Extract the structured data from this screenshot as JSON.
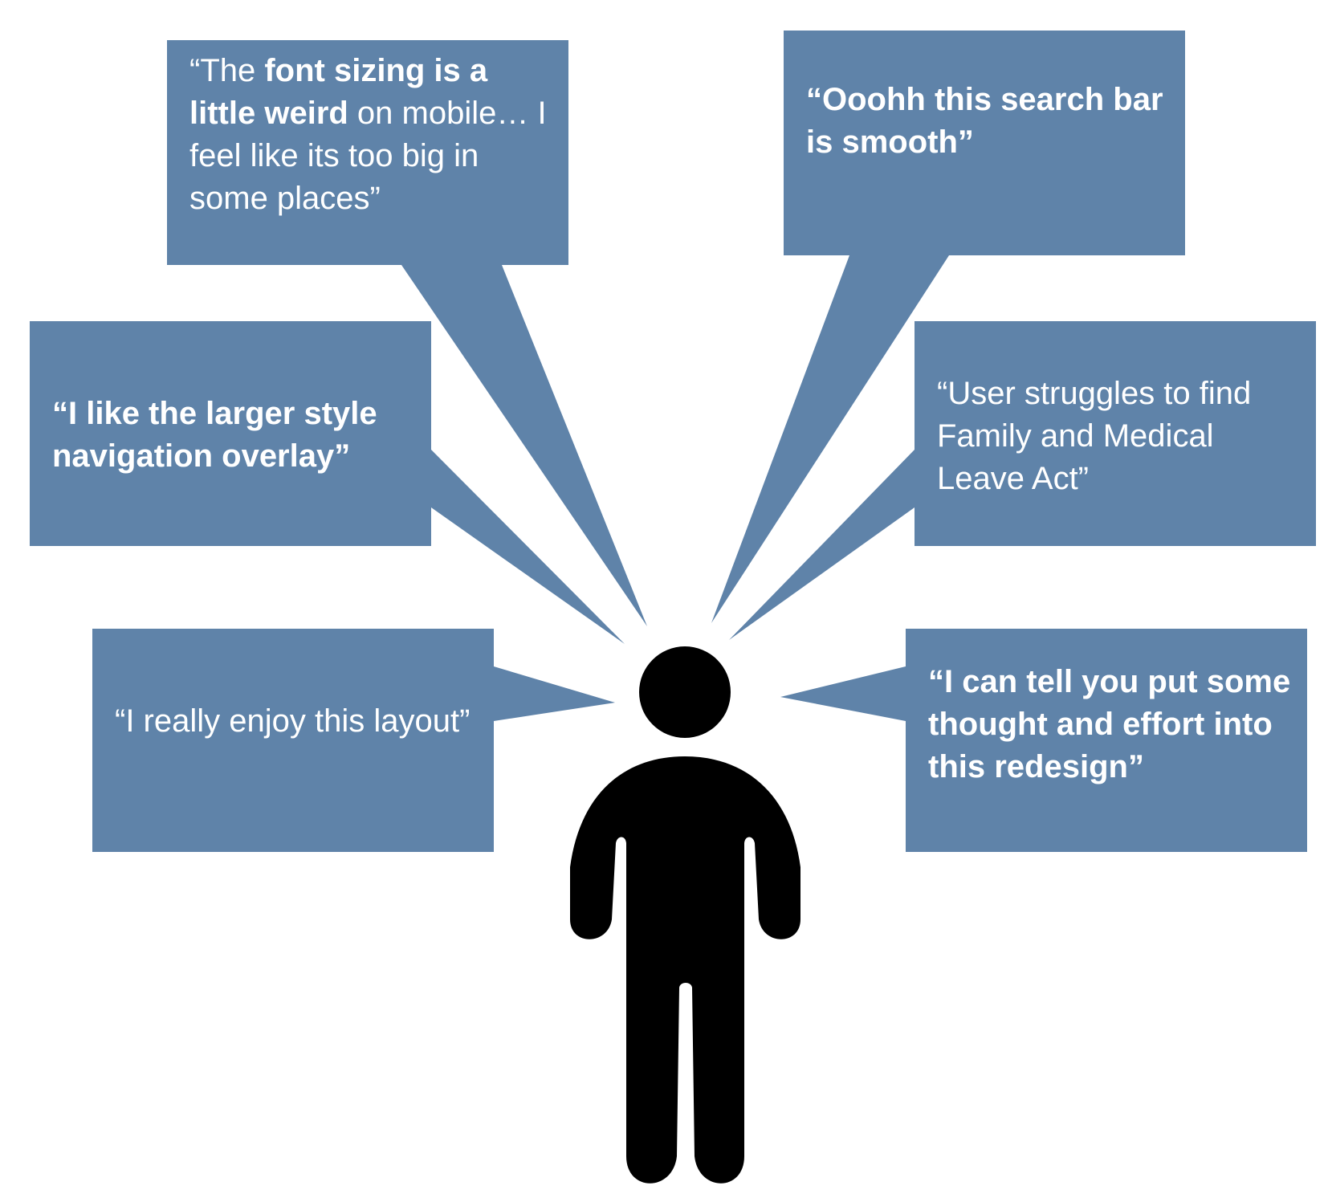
{
  "colors": {
    "bubble_fill": "#5f83a9",
    "bubble_text": "#ffffff",
    "figure_fill": "#000000",
    "background": "#ffffff"
  },
  "icons": {
    "person": "person-icon"
  },
  "quotes": {
    "top_left": {
      "open": "“The ",
      "bold1": "font sizing is a little weird",
      "mid": " on mobile… I feel like its too big in some places”"
    },
    "top_right": "“Ooohh this search bar is smooth”",
    "mid_left": "“I like the larger style navigation overlay”",
    "mid_right": "“User struggles to find Family and Medical Leave Act”",
    "bottom_left": "“I really enjoy this layout”",
    "bottom_right": "“I can tell you put some thought and effort into this redesign”"
  }
}
